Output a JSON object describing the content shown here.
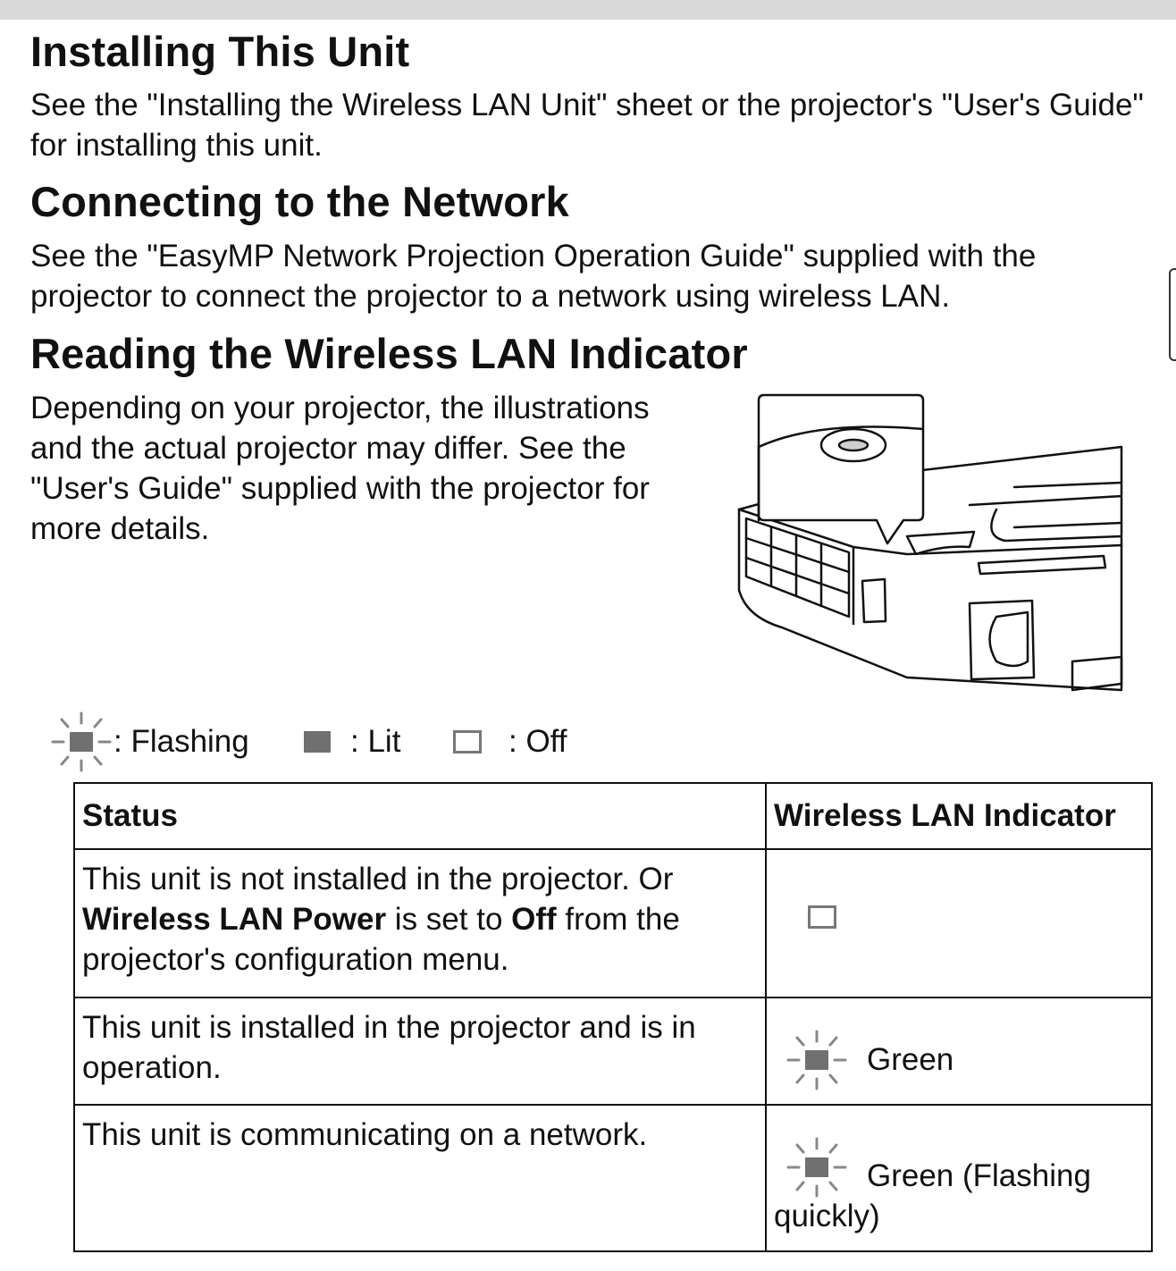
{
  "sections": {
    "install": {
      "title": "Installing This Unit",
      "body": "See the \"Installing the Wireless LAN Unit\" sheet or the projector's \"User's Guide\" for installing this unit."
    },
    "connect": {
      "title": "Connecting to the Network",
      "body": "See the \"EasyMP Network Projection Operation Guide\" supplied with the projector to connect the projector to a network using wireless LAN."
    },
    "reading": {
      "title": "Reading the Wireless LAN Indicator",
      "body": "Depending on your projector, the illustrations and the actual projector may differ. See the \"User's Guide\" supplied with the projector for more details."
    }
  },
  "legend": {
    "flashing": ": Flashing",
    "lit": ": Lit",
    "off": ": Off",
    "lit_color": "#707070"
  },
  "table": {
    "headers": {
      "status": "Status",
      "indicator": "Wireless LAN Indicator"
    },
    "rows": [
      {
        "status_part1": "This unit is not installed in the projector. Or ",
        "status_bold1": "Wireless LAN Power",
        "status_part2": " is set to ",
        "status_bold2": "Off",
        "status_part3": " from the projector's configuration menu.",
        "indicator_icon": "off-indicator-icon",
        "indicator_label": ""
      },
      {
        "status": "This unit is installed in the projector and is in operation.",
        "indicator_icon": "flashing-indicator-icon",
        "indicator_label": "Green"
      },
      {
        "status": "This unit is communicating on a network.",
        "indicator_icon": "flashing-indicator-icon",
        "indicator_label": "Green (Flashing quickly)"
      }
    ]
  }
}
